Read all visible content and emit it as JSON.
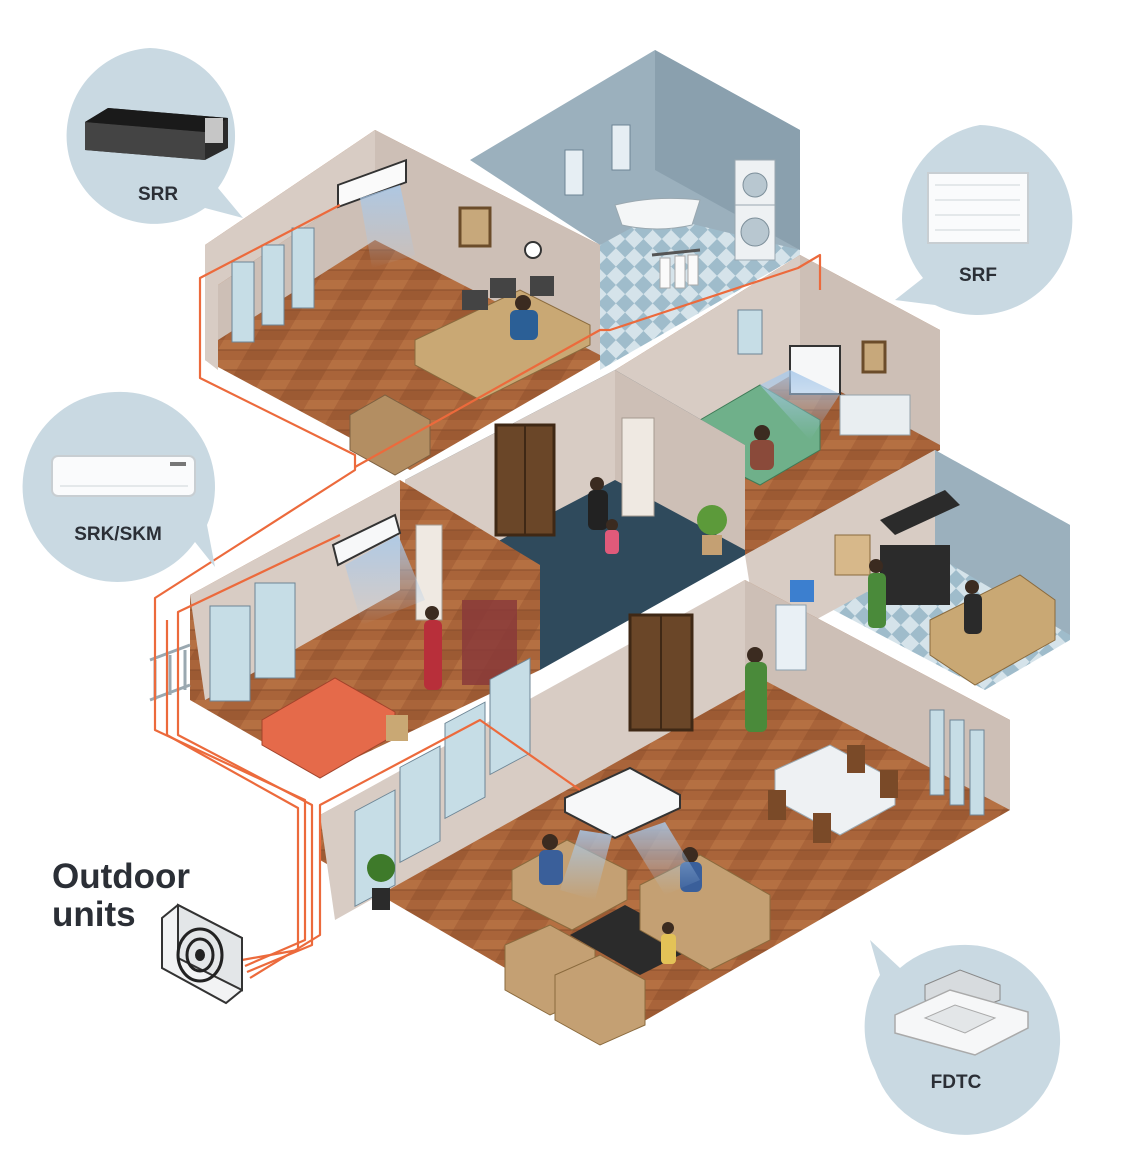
{
  "callouts": {
    "srr": {
      "label": "SRR"
    },
    "srf": {
      "label": "SRF"
    },
    "srk": {
      "label": "SRK/SKM"
    },
    "fdtc": {
      "label": "FDTC"
    }
  },
  "outdoor": {
    "line1": "Outdoor",
    "line2": "units"
  },
  "colors": {
    "callout_fill": "#c9d9e2",
    "pipe": "#ec6a3c",
    "wall": "#d8ccc4",
    "wall_shadow": "#bfb1a8",
    "wood_floor": "#a9643a",
    "tile_floor": "#bcd2de",
    "dark_floor": "#2f4a5c",
    "text": "#2b2f36"
  },
  "icons": [
    "ducted-unit-icon",
    "floor-console-unit-icon",
    "wall-mounted-unit-icon",
    "cassette-unit-icon",
    "outdoor-unit-icon"
  ]
}
